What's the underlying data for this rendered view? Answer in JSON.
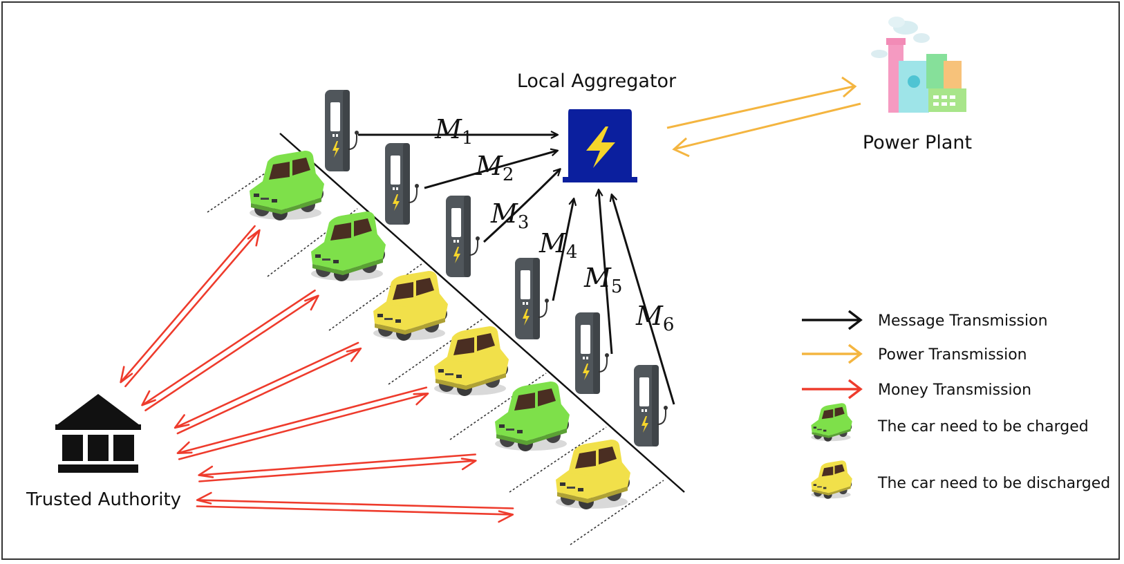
{
  "labels": {
    "aggregator": "Local Aggregator",
    "power_plant": "Power Plant",
    "authority": "Trusted Authority"
  },
  "messages": [
    {
      "letter": "M",
      "sub": "1"
    },
    {
      "letter": "M",
      "sub": "2"
    },
    {
      "letter": "M",
      "sub": "3"
    },
    {
      "letter": "M",
      "sub": "4"
    },
    {
      "letter": "M",
      "sub": "5"
    },
    {
      "letter": "M",
      "sub": "6"
    }
  ],
  "legend": [
    {
      "text": "Message Transmission",
      "kind": "arrow",
      "color": "#111111"
    },
    {
      "text": "Power Transmission",
      "kind": "arrow",
      "color": "#f4b540"
    },
    {
      "text": "Money Transmission",
      "kind": "arrow",
      "color": "#ee3b2c"
    },
    {
      "text": "The car need to be charged",
      "kind": "car",
      "color": "#7ee04a"
    },
    {
      "text": "The car need to be discharged",
      "kind": "car",
      "color": "#f1e04a"
    }
  ],
  "colors": {
    "message": "#111111",
    "power": "#f4b540",
    "money": "#ee3b2c",
    "car_charge": "#7ee04a",
    "car_discharge": "#f1e04a",
    "aggregator": "#0b1f9e",
    "bolt": "#f6d52b",
    "station": "#555a5e"
  },
  "cars": [
    {
      "state": "charge"
    },
    {
      "state": "charge"
    },
    {
      "state": "discharge"
    },
    {
      "state": "discharge"
    },
    {
      "state": "charge"
    },
    {
      "state": "discharge"
    }
  ]
}
